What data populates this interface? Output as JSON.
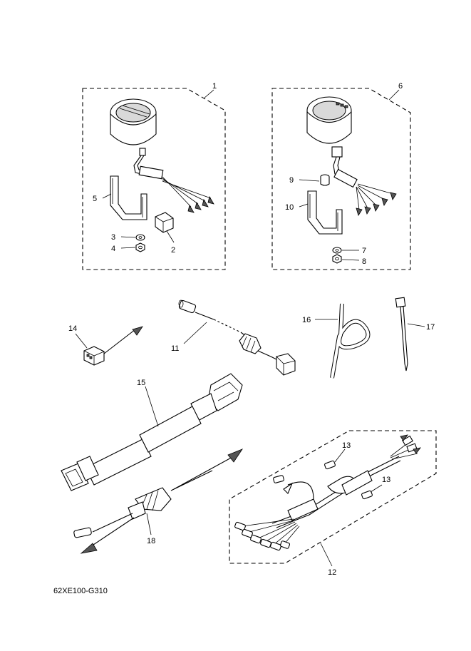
{
  "callouts": [
    "1",
    "2",
    "3",
    "4",
    "5",
    "6",
    "7",
    "8",
    "9",
    "10",
    "11",
    "12",
    "13",
    "13",
    "14",
    "15",
    "16",
    "17",
    "18"
  ],
  "diagram_code": "62XE100-G310"
}
